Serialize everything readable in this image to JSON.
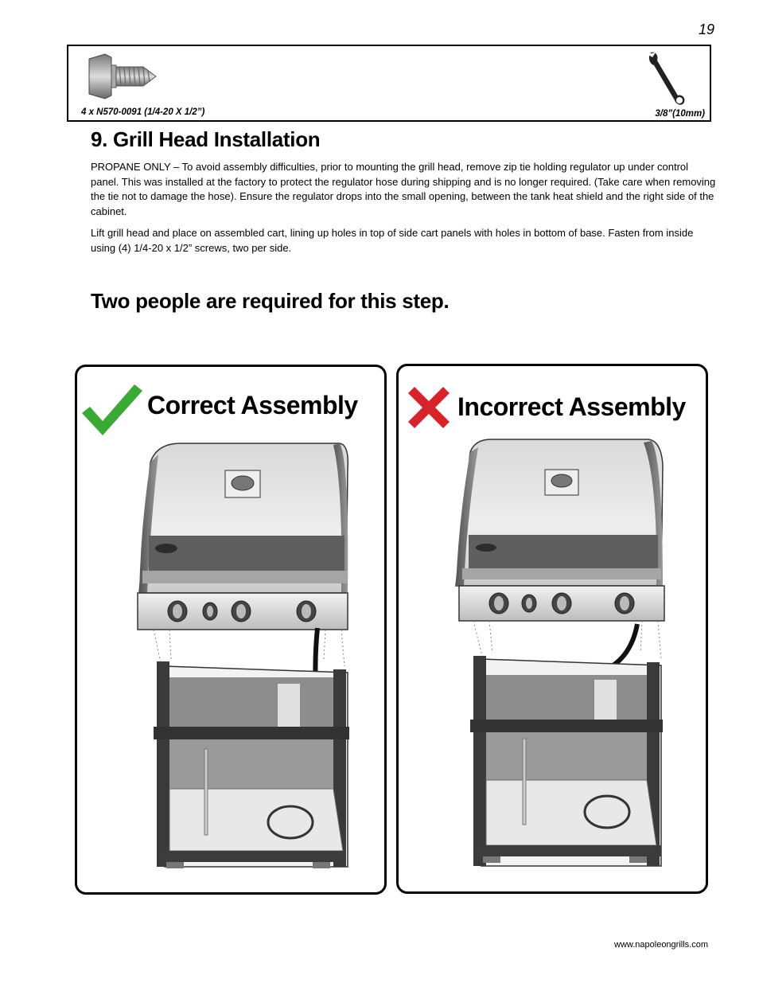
{
  "page": {
    "number": "19",
    "footer_url": "www.napoleongrills.com"
  },
  "hardware": {
    "screw_label": "4 x N570-0091 (1/4-20 X 1/2”)",
    "wrench_label": "3/8”(10mm)",
    "screw_icon": "hex-bolt-icon",
    "wrench_icon": "wrench-icon"
  },
  "section": {
    "heading": "9. Grill Head Installation",
    "paragraph_1": "PROPANE ONLY – To avoid assembly difficulties, prior to mounting the grill head, remove zip tie holding regulator up under control panel.  This was installed at the factory to protect the regulator hose during shipping and is no longer required. (Take care when removing the tie not to damage the hose).  Ensure the regulator drops into the small opening, between the tank heat shield and the right side of the cabinet.",
    "paragraph_2": "Lift grill head and place on assembled cart, lining up holes in top of side cart panels with holes in bottom of base.  Fasten from inside using (4) 1/4-20 x 1/2” screws, two per side.",
    "warning": "Two people are required for this step."
  },
  "panels": {
    "correct": {
      "title": "Correct Assembly",
      "icon": "checkmark-icon",
      "icon_color": "#3aaa35"
    },
    "incorrect": {
      "title": "Incorrect Assembly",
      "icon": "x-mark-icon",
      "icon_color": "#d7242b"
    }
  }
}
